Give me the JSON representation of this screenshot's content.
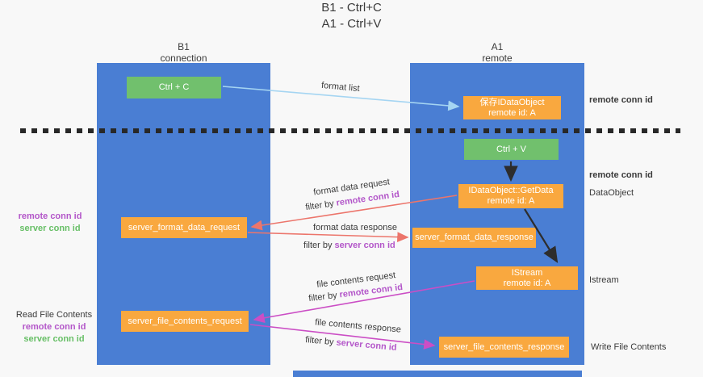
{
  "title": {
    "line1": "B1 - Ctrl+C",
    "line2": "A1 - Ctrl+V"
  },
  "lanes": {
    "left": {
      "name": "B1",
      "subtitle": "connection"
    },
    "right": {
      "name": "A1",
      "subtitle": "remote"
    }
  },
  "boxes": {
    "ctrl_c": "Ctrl + C",
    "ctrl_v": "Ctrl + V",
    "save_dataobject": {
      "line1": "保存IDataObject",
      "line2": "remote id: A"
    },
    "getdata": {
      "line1": "IDataObject::GetData",
      "line2": "remote id: A"
    },
    "istream": {
      "line1": "IStream",
      "line2": "remote id: A"
    },
    "server_format_data_request": "server_format_data_request",
    "server_format_data_response": "server_format_data_response",
    "server_file_contents_request": "server_file_contents_request",
    "server_file_contents_response": "server_file_contents_response"
  },
  "labels": {
    "format_list": "format list",
    "format_data_request": "format data request",
    "format_data_response": "format data response",
    "file_contents_request": "file contents request",
    "file_contents_response": "file contents response",
    "filter_by": "filter by",
    "remote_conn_id": "remote conn id",
    "server_conn_id": "server conn id",
    "dataobject": "DataObject",
    "istream": "Istream",
    "read_file_contents": "Read File Contents",
    "write_file_contents": "Write File Contents"
  },
  "colors": {
    "lane_blue": "#4a7ed3",
    "box_green": "#71c06d",
    "box_orange": "#f9a83f",
    "text_purple": "#b356c9",
    "text_green": "#67bf66",
    "arrow_light_blue": "#a5d5f2",
    "arrow_red": "#ec756b",
    "arrow_magenta": "#cb4ec5",
    "arrow_black": "#2d2d2d"
  }
}
